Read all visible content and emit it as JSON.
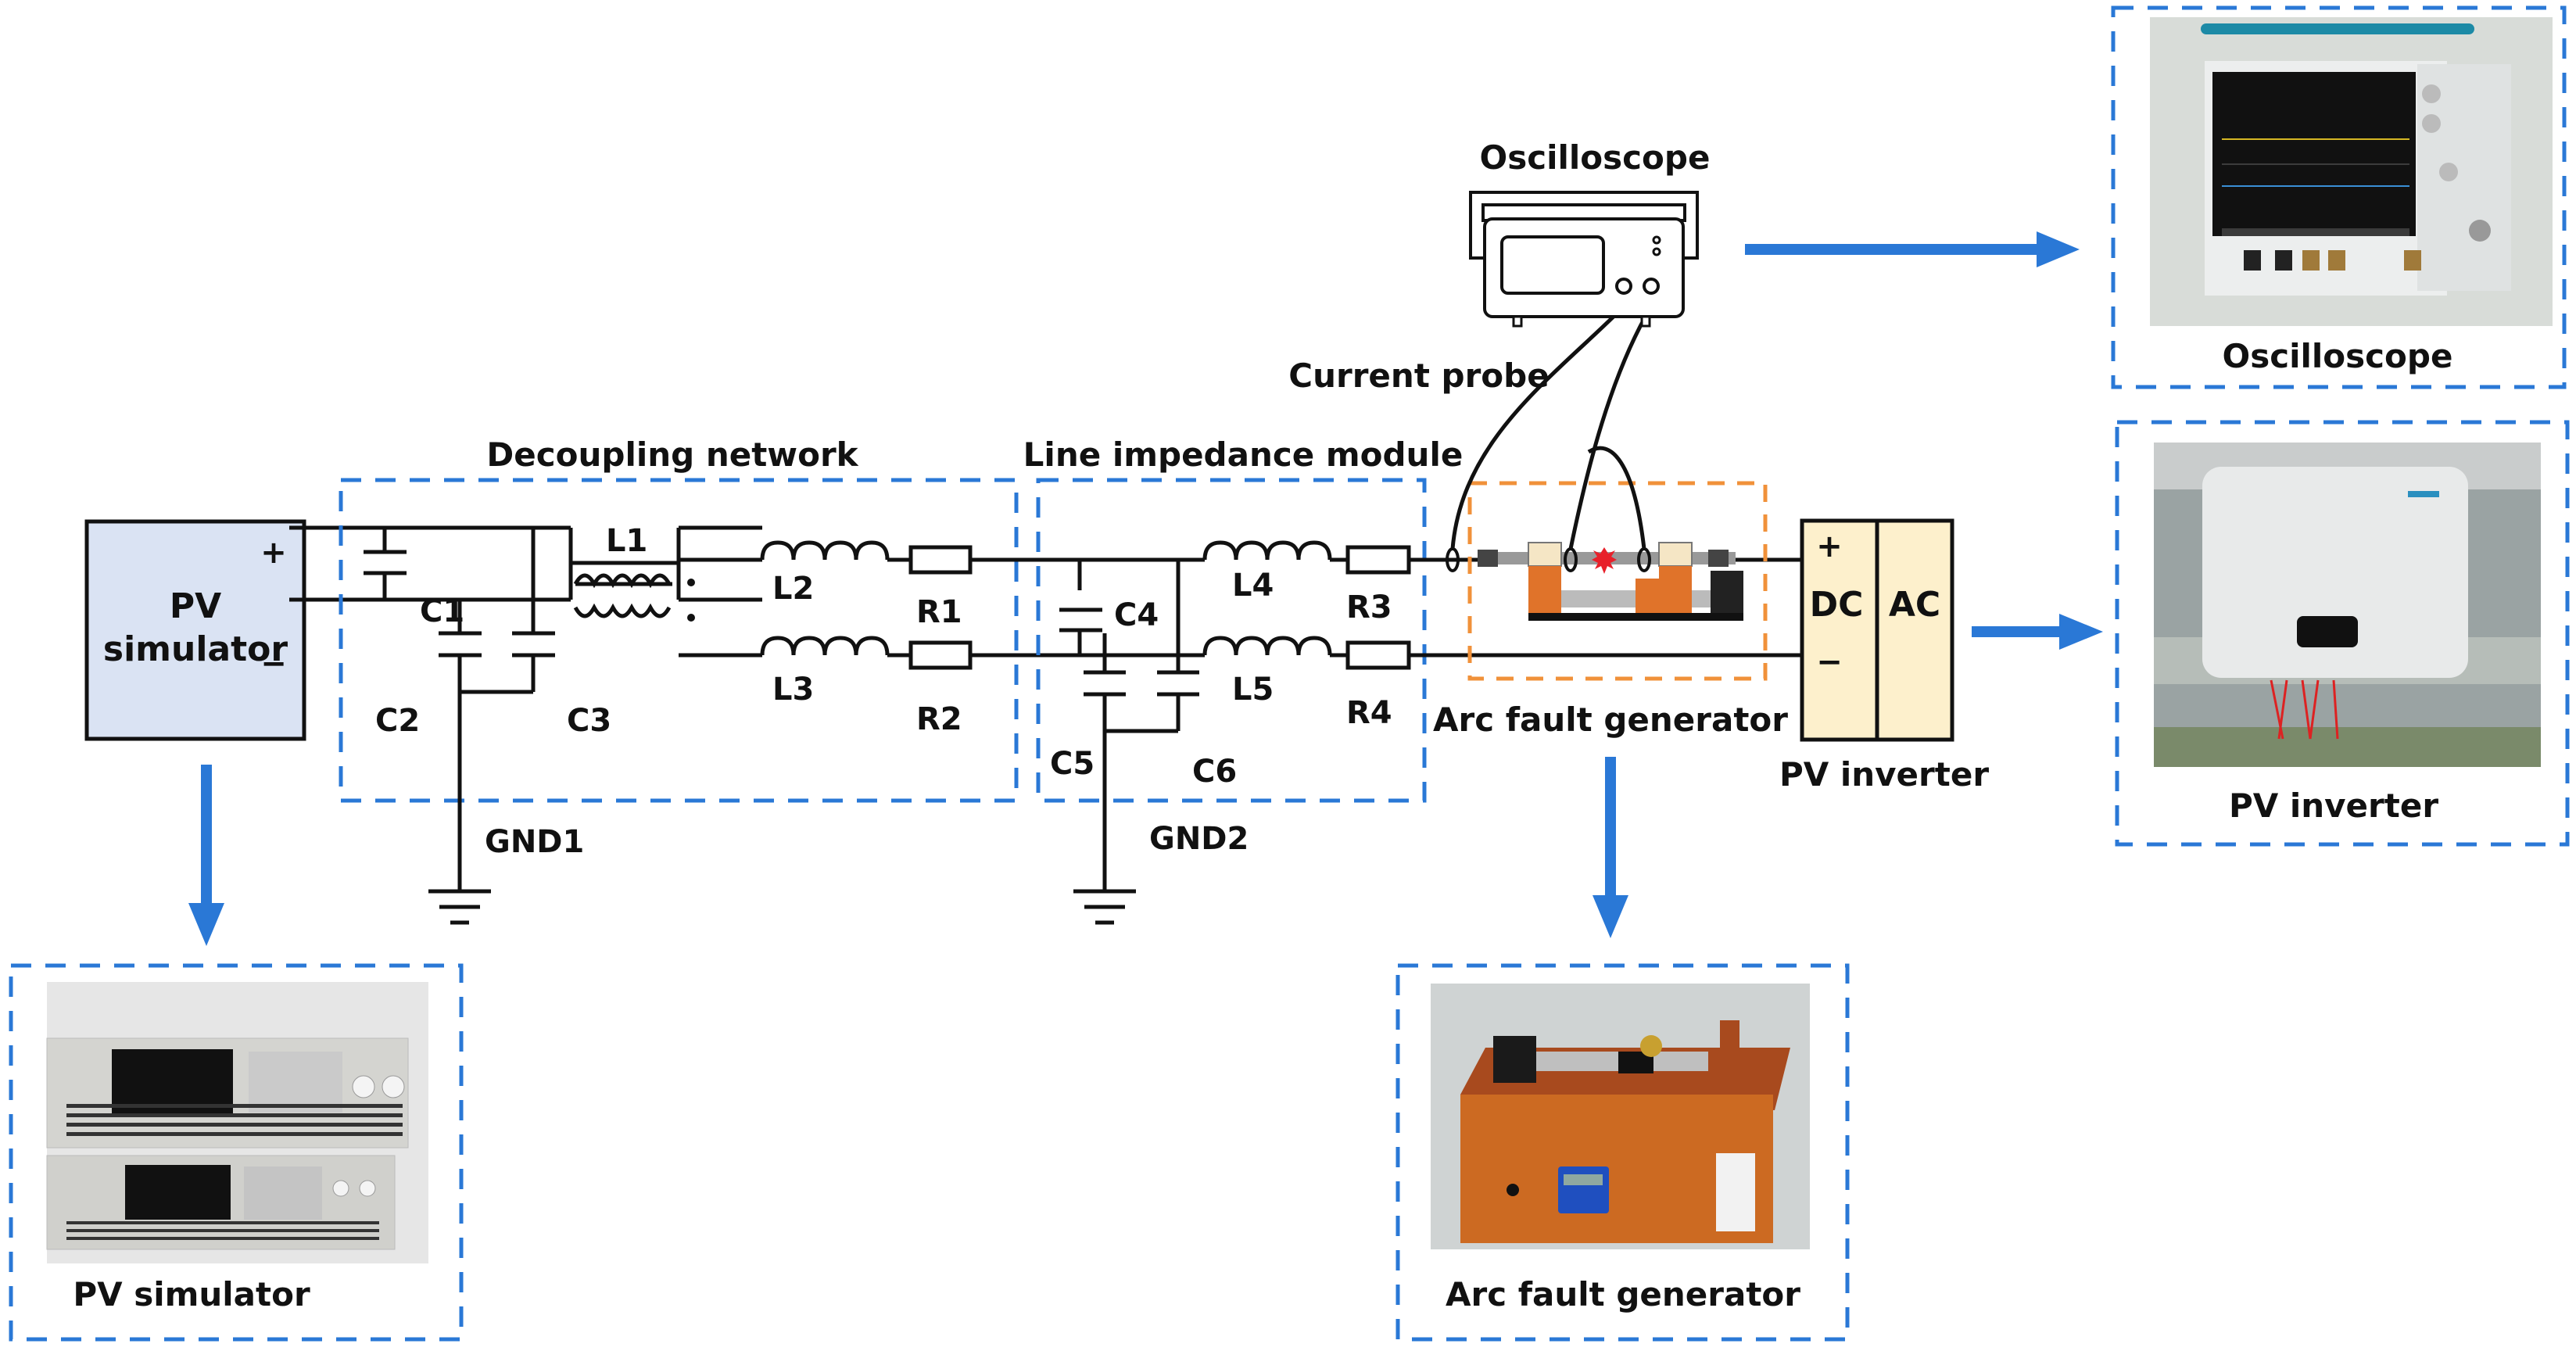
{
  "labels": {
    "pv_simulator_block": [
      "PV",
      "simulator"
    ],
    "plus": "+",
    "minus": "−",
    "decoupling_network": "Decoupling network",
    "line_impedance_module": "Line impedance module",
    "oscilloscope": "Oscilloscope",
    "current_probe": "Current probe",
    "arc_fault_generator": "Arc fault generator",
    "pv_inverter": "PV inverter",
    "dc": "DC",
    "ac": "AC",
    "gnd1": "GND1",
    "gnd2": "GND2"
  },
  "components": {
    "C1": "C1",
    "C2": "C2",
    "C3": "C3",
    "C4": "C4",
    "C5": "C5",
    "C6": "C6",
    "L1": "L1",
    "L2": "L2",
    "L3": "L3",
    "L4": "L4",
    "L5": "L5",
    "R1": "R1",
    "R2": "R2",
    "R3": "R3",
    "R4": "R4"
  },
  "photos": {
    "oscilloscope": "Oscilloscope",
    "pv_inverter": "PV inverter",
    "pv_simulator": "PV simulator",
    "arc_fault_generator": "Arc fault generator"
  },
  "colors": {
    "accent_blue": "#2a78d6",
    "orange_dash": "#f0913a",
    "pv_sim_fill": "#dae3f3",
    "inverter_fill": "#fdf0cc"
  }
}
